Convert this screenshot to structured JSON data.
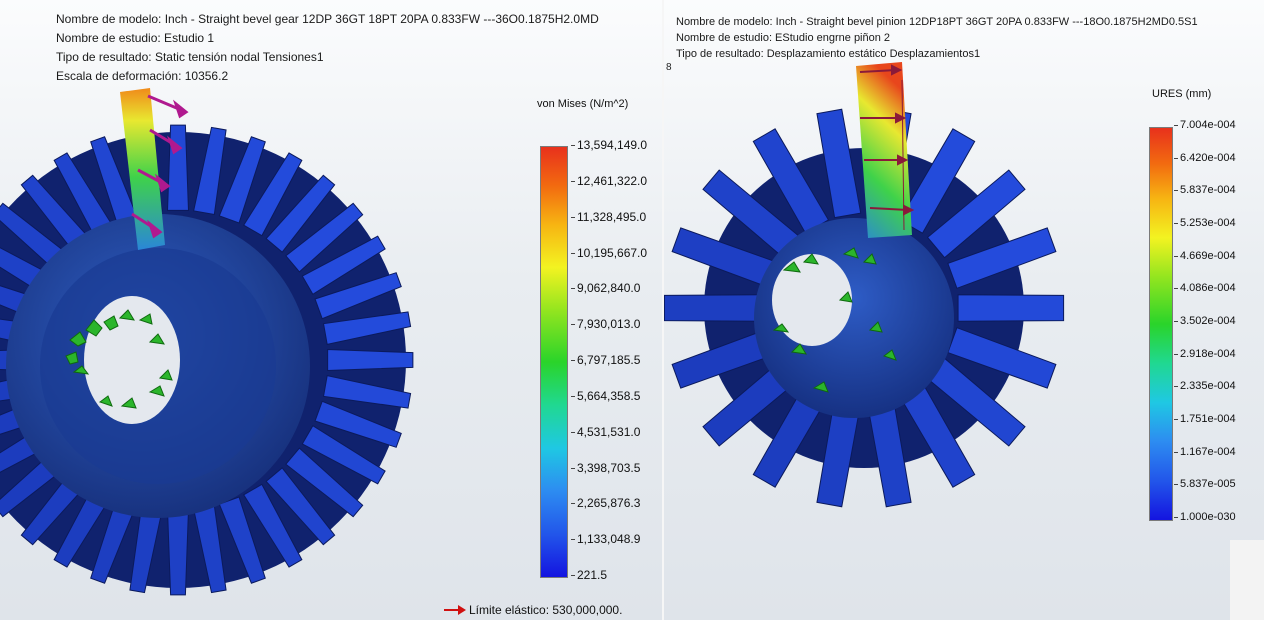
{
  "left_panel": {
    "header": {
      "model_name": "Nombre de modelo: Inch - Straight bevel gear 12DP 36GT 18PT 20PA 0.833FW ---36O0.1875H2.0MD",
      "study_name": "Nombre de estudio: Estudio 1",
      "result_type": "Tipo de resultado: Static tensión nodal Tensiones1",
      "deformation_scale": "Escala de deformación: 10356.2"
    },
    "legend": {
      "title": "von Mises (N/m^2)",
      "ticks": [
        "13,594,149.0",
        "12,461,322.0",
        "11,328,495.0",
        "10,195,667.0",
        "9,062,840.0",
        "7,930,013.0",
        "6,797,185.5",
        "5,664,358.5",
        "4,531,531.0",
        "3,398,703.5",
        "2,265,876.3",
        "1,133,048.9",
        "221.5"
      ],
      "max": 13594149.0,
      "min": 221.5
    },
    "yield_strength": "Límite elástico: 530,000,000."
  },
  "right_panel": {
    "header": {
      "model_name": "Nombre de modelo: Inch - Straight bevel pinion 12DP18PT 36GT 20PA 0.833FW ---18O0.1875H2MD0.5S1",
      "study_name": "Nombre de estudio: EStudio engrne piñon 2",
      "result_type": "Tipo de resultado: Desplazamiento estático Desplazamientos1"
    },
    "stray_mark": "8",
    "legend": {
      "title": "URES (mm)",
      "ticks": [
        "7.004e-004",
        "6.420e-004",
        "5.837e-004",
        "5.253e-004",
        "4.669e-004",
        "4.086e-004",
        "3.502e-004",
        "2.918e-004",
        "2.335e-004",
        "1.751e-004",
        "1.167e-004",
        "5.837e-005",
        "1.000e-030"
      ],
      "max": "7.004e-004",
      "min": "1.000e-030"
    }
  },
  "colors": {
    "gear_blue": "#1d3fb8",
    "gear_dark": "#0d1f6a",
    "hub": "#1f3a8a",
    "load_arrow": "#b0198f",
    "fixture": "#2bb52b",
    "yield_arrow": "#d01010"
  }
}
